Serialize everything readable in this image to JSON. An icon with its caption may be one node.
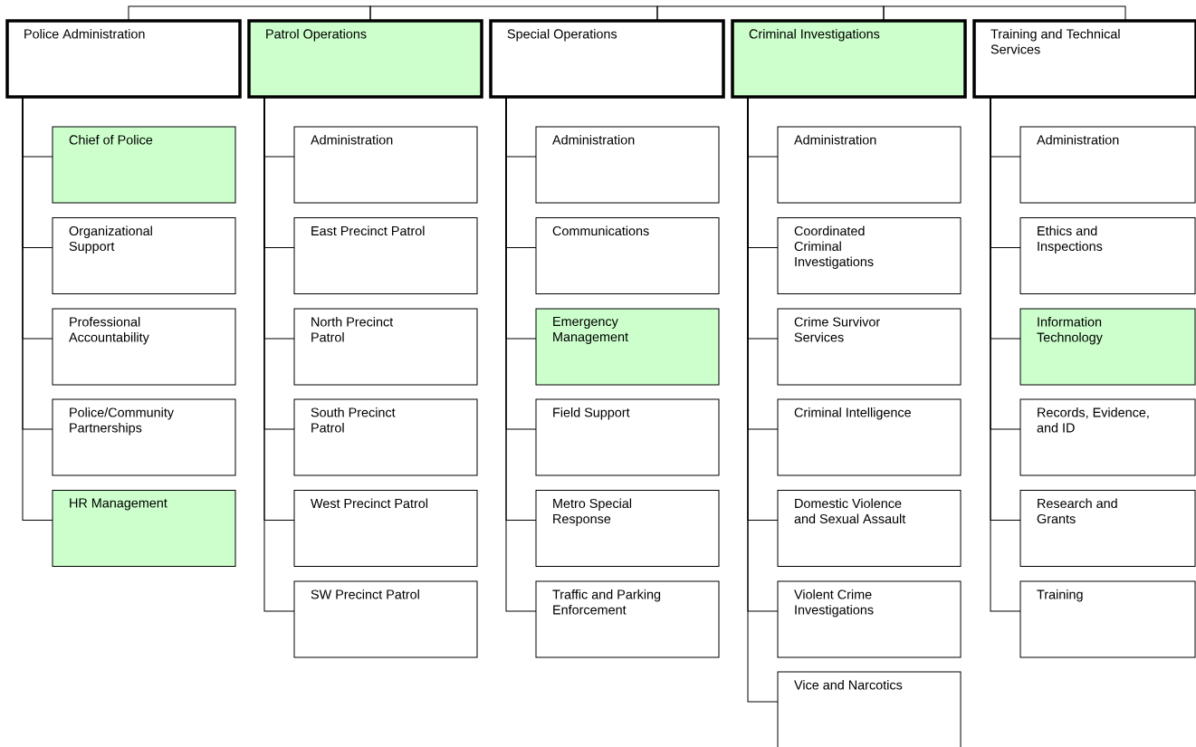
{
  "diagram": {
    "nodes": [
      {
        "text": [
          "Police Administration"
        ]
      },
      {
        "text": [
          "Chief of Police"
        ]
      },
      {
        "text": [
          "Organizational Support"
        ]
      },
      {
        "text": [
          "Professional Accountability"
        ]
      },
      {
        "text": [
          "Police/Community Partnerships"
        ]
      },
      {
        "text": [
          "HR Management"
        ]
      },
      {
        "text": [
          "Patrol Operations"
        ]
      },
      {
        "text": [
          "Administration"
        ]
      },
      {
        "text": [
          "East Precinct Patrol"
        ]
      },
      {
        "text": [
          "North Precinct Patrol"
        ]
      },
      {
        "text": [
          "South Precinct Patrol"
        ]
      },
      {
        "text": [
          "West Precinct Patrol"
        ]
      },
      {
        "text": [
          "SW Precinct Patrol"
        ]
      },
      {
        "text": [
          "Special Operations"
        ]
      },
      {
        "text": [
          "Administration"
        ]
      },
      {
        "text": [
          "Communications"
        ]
      },
      {
        "text": [
          "Emergency Management"
        ]
      },
      {
        "text": [
          "Field Support"
        ]
      },
      {
        "text": [
          "Metro Special Response"
        ]
      },
      {
        "text": [
          "Traffic and Parking Enforcement"
        ]
      },
      {
        "text": [
          "Criminal Investigations"
        ]
      },
      {
        "text": [
          "Administration"
        ]
      },
      {
        "text": [
          "Coordinated Criminal Investigations"
        ]
      },
      {
        "text": [
          "Crime Survivor Services"
        ]
      },
      {
        "text": [
          "Criminal Intelligence"
        ]
      },
      {
        "text": [
          "Domestic Violence and Sexual Assault"
        ]
      },
      {
        "text": [
          "Violent Crime Investigations"
        ]
      },
      {
        "text": [
          "Vice and Narcotics"
        ]
      },
      {
        "text": [
          "Training and Technical Services"
        ]
      },
      {
        "text": [
          "Administration"
        ]
      },
      {
        "text": [
          "Ethics and Inspections"
        ]
      },
      {
        "text": [
          "Information Technology"
        ]
      },
      {
        "text": [
          "Records, Evidence, and ID"
        ]
      },
      {
        "text": [
          "Research and Grants"
        ]
      },
      {
        "text": [
          "Training"
        ]
      }
    ],
    "edges": [
      {
        "from": 0,
        "to": 6,
        "arrow": "none"
      },
      {
        "from": 6,
        "to": 13,
        "arrow": "none"
      },
      {
        "from": 13,
        "to": 20,
        "arrow": "none"
      },
      {
        "from": 20,
        "to": 28,
        "arrow": "none"
      },
      {
        "from": 0,
        "to": 1,
        "arrow": "none"
      },
      {
        "from": 0,
        "to": 2,
        "arrow": "none"
      },
      {
        "from": 0,
        "to": 3,
        "arrow": "none"
      },
      {
        "from": 0,
        "to": 4,
        "arrow": "none"
      },
      {
        "from": 0,
        "to": 5,
        "arrow": "none"
      },
      {
        "from": 6,
        "to": 7,
        "arrow": "none"
      },
      {
        "from": 6,
        "to": 8,
        "arrow": "none"
      },
      {
        "from": 6,
        "to": 9,
        "arrow": "none"
      },
      {
        "from": 6,
        "to": 10,
        "arrow": "none"
      },
      {
        "from": 6,
        "to": 11,
        "arrow": "none"
      },
      {
        "from": 6,
        "to": 12,
        "arrow": "none"
      },
      {
        "from": 13,
        "to": 14,
        "arrow": "none"
      },
      {
        "from": 13,
        "to": 15,
        "arrow": "none"
      },
      {
        "from": 13,
        "to": 16,
        "arrow": "none"
      },
      {
        "from": 13,
        "to": 17,
        "arrow": "none"
      },
      {
        "from": 13,
        "to": 18,
        "arrow": "none"
      },
      {
        "from": 13,
        "to": 19,
        "arrow": "none"
      },
      {
        "from": 20,
        "to": 21,
        "arrow": "none"
      },
      {
        "from": 20,
        "to": 22,
        "arrow": "none"
      },
      {
        "from": 20,
        "to": 23,
        "arrow": "none"
      },
      {
        "from": 20,
        "to": 24,
        "arrow": "none"
      },
      {
        "from": 20,
        "to": 25,
        "arrow": "none"
      },
      {
        "from": 20,
        "to": 26,
        "arrow": "none"
      },
      {
        "from": 20,
        "to": 27,
        "arrow": "none"
      },
      {
        "from": 28,
        "to": 29,
        "arrow": "none"
      },
      {
        "from": 28,
        "to": 30,
        "arrow": "none"
      },
      {
        "from": 28,
        "to": 31,
        "arrow": "none"
      },
      {
        "from": 28,
        "to": 32,
        "arrow": "none"
      },
      {
        "from": 28,
        "to": 33,
        "arrow": "none"
      },
      {
        "from": 28,
        "to": 34,
        "arrow": "none"
      }
    ]
  }
}
